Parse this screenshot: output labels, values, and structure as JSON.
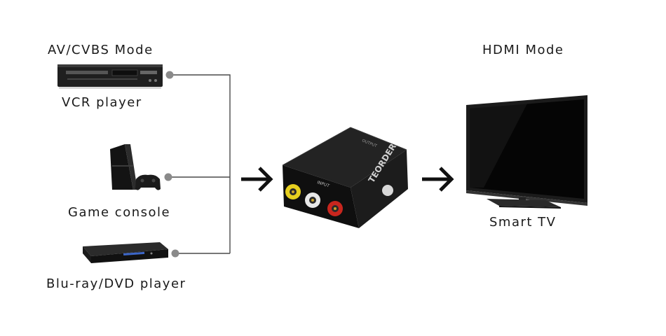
{
  "sources": {
    "mode_label": "AV/CVBS Mode",
    "vcr_label": "VCR player",
    "game_label": "Game console",
    "bluray_label": "Blu-ray/DVD player"
  },
  "converter": {
    "brand": "TEORDER",
    "input_label": "INPUT",
    "output_label": "OUTPUT"
  },
  "output": {
    "mode_label": "HDMI Mode",
    "tv_label": "Smart TV"
  },
  "colors": {
    "connector_line": "#4a4a4a",
    "connector_dot": "#8a8a8a",
    "device_dark": "#1b1b1b",
    "rca_yellow": "#e6cf1f",
    "rca_white": "#e8e8e8",
    "rca_red": "#c8261e"
  },
  "icons": {
    "vcr": "vcr-player-icon",
    "game": "game-console-icon",
    "bluray": "bluray-player-icon",
    "converter": "av-to-hdmi-converter-icon",
    "tv": "smart-tv-icon",
    "arrow": "arrow-right-icon"
  }
}
